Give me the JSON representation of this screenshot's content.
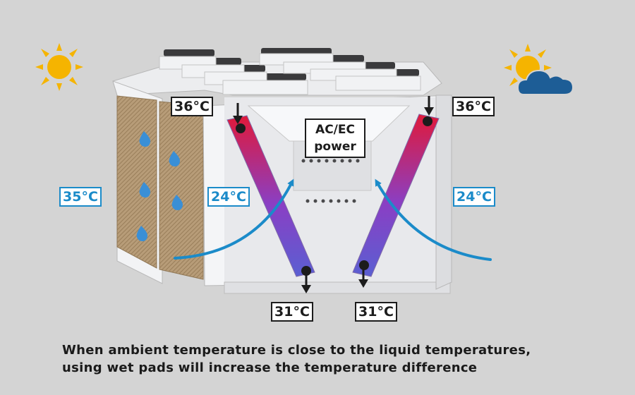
{
  "labels": {
    "top_left_temp": "36°C",
    "top_right_temp": "36°C",
    "ambient_temp": "35°C",
    "cooled_left_temp": "24°C",
    "cooled_right_temp": "24°C",
    "bottom_left_temp": "31°C",
    "bottom_right_temp": "31°C"
  },
  "power_label": {
    "line1": "AC/EC",
    "line2": "power"
  },
  "caption": {
    "line1": "When ambient temperature is close to the liquid temperatures,",
    "line2": "using wet pads will increase the temperature difference"
  },
  "colors": {
    "background": "#d4d4d4",
    "temp_box_border": "#1c1c1c",
    "airflow_blue": "#1b8bc9",
    "sun_yellow": "#f5b400",
    "cloud_blue": "#1d5d96",
    "coil_hot": "#e0193a",
    "coil_cool": "#6b4fc8"
  },
  "icons": [
    "sun-icon",
    "sun-cloud-icon",
    "water-drop-icon"
  ]
}
